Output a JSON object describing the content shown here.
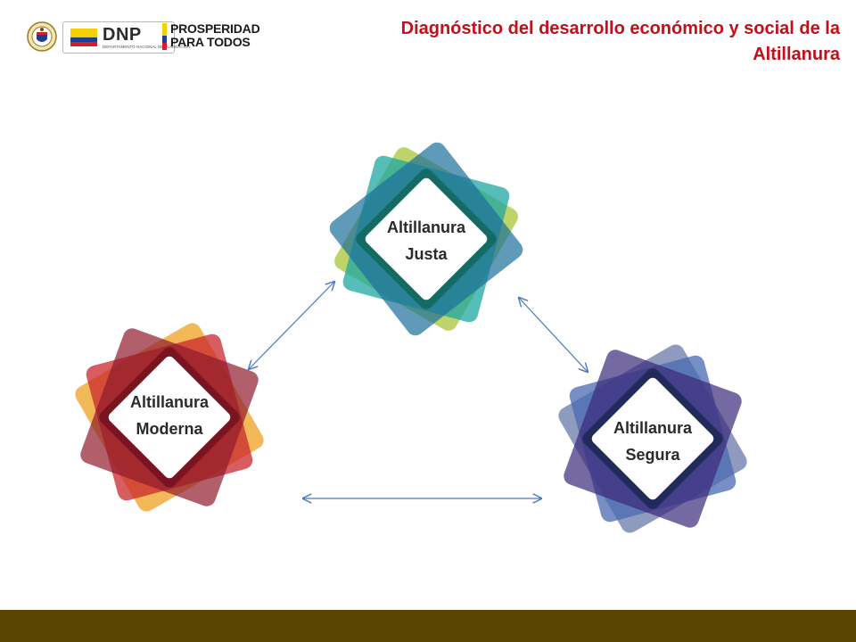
{
  "header": {
    "title": "Diagnóstico del desarrollo económico y social de la Altillanura",
    "logos": {
      "dnp_text": "DNP",
      "dnp_subtext": "DEPARTAMENTO NACIONAL DE PLANEACIÓN",
      "prosperidad_line1": "PROSPERIDAD",
      "prosperidad_line2": "PARA TODOS"
    }
  },
  "nodes": [
    {
      "id": "justa",
      "line1": "Altillanura",
      "line2": "Justa",
      "colors": [
        "#1fa7a0",
        "#a8c63a",
        "#1b6f9a",
        "#2a8a6a"
      ]
    },
    {
      "id": "moderna",
      "line1": "Altillanura",
      "line2": "Moderna",
      "colors": [
        "#e08a1c",
        "#c9272c",
        "#8e1b2c",
        "#f0a830"
      ]
    },
    {
      "id": "segura",
      "line1": "Altillanura",
      "line2": "Segura",
      "colors": [
        "#2c3f8f",
        "#6a7aa8",
        "#3b2a7a",
        "#4a6ab0"
      ]
    }
  ],
  "connectors": [
    "justa-moderna",
    "justa-segura",
    "moderna-segura"
  ],
  "arrow_color": "#4a78c2",
  "footer_color": "#5c4500"
}
